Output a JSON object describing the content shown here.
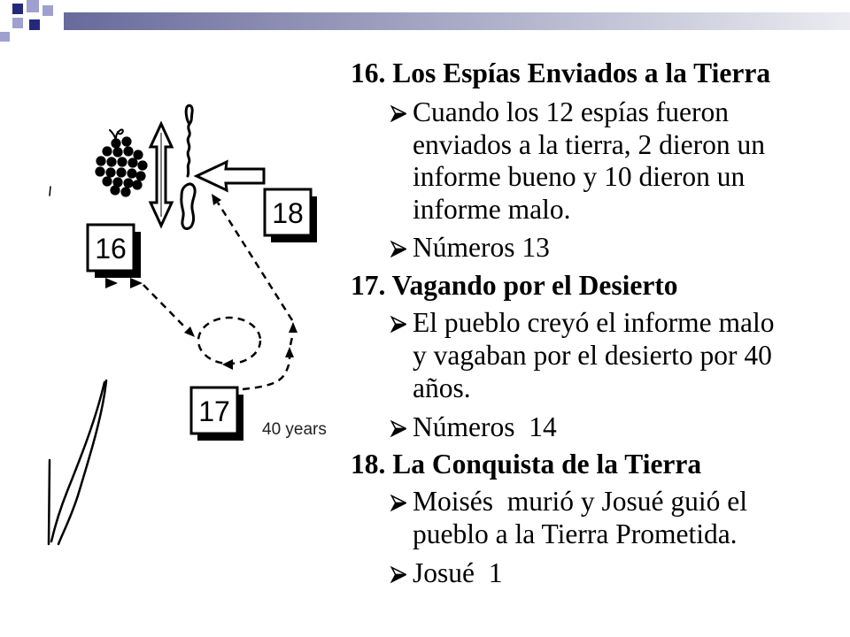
{
  "colors": {
    "navy": "#24287c",
    "lavender": "#9fa0d0",
    "bar_start": "#676a9b",
    "bar_end": "#ebebf1",
    "text": "#000000"
  },
  "icons": {
    "bullet": "arrowhead-bullet-icon",
    "grapes": "grapes-icon",
    "double_arrow": "double-arrow-icon",
    "pointer_arrow": "left-arrow-icon"
  },
  "sections": [
    {
      "heading": "16. Los Espías Enviados a la Tierra",
      "bullets": [
        {
          "lines": [
            "Cuando los 12 espías fueron",
            "enviados a la tierra, 2 dieron un",
            "informe bueno y 10 dieron un",
            "informe malo."
          ]
        },
        {
          "lines": [
            "Números 13"
          ]
        }
      ]
    },
    {
      "heading": "17. Vagando por el Desierto",
      "bullets": [
        {
          "lines": [
            "El pueblo creyó el informe malo",
            "y vagaban por el desierto por 40",
            "años."
          ]
        },
        {
          "lines": [
            "Números  14"
          ]
        }
      ]
    },
    {
      "heading": "18. La Conquista de la Tierra",
      "bullets": [
        {
          "lines": [
            "Moisés  murió y Josué guió el",
            "pueblo a la Tierra Prometida."
          ]
        },
        {
          "lines": [
            "Josué  1"
          ]
        }
      ]
    }
  ],
  "map": {
    "box_16": "16",
    "box_17": "17",
    "box_18": "18",
    "duration_label": "40 years"
  }
}
